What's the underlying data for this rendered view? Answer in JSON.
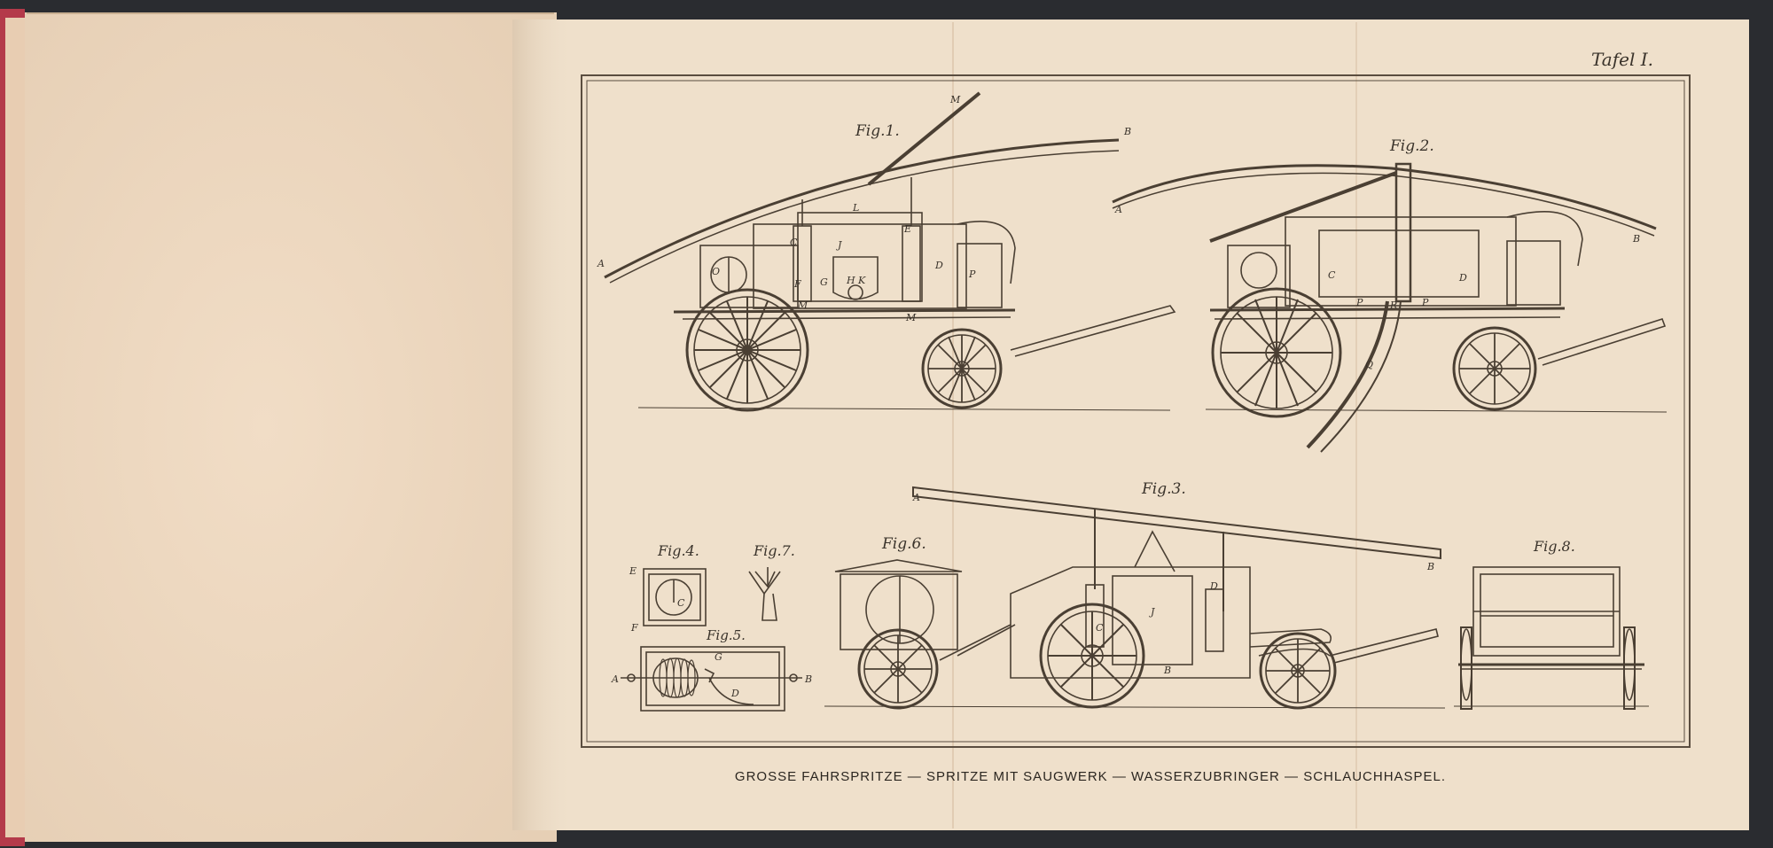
{
  "plate": {
    "number": "Tafel I.",
    "caption_parts": [
      "GROSSE FAHRSPRITZE",
      "SPRITZE MIT SAUGWERK",
      "WASSERZUBRINGER",
      "SCHLAUCHHASPEL."
    ],
    "separator": "—"
  },
  "figures": {
    "fig1": "Fig.1.",
    "fig2": "Fig.2.",
    "fig3": "Fig.3.",
    "fig4": "Fig.4.",
    "fig5": "Fig.5.",
    "fig6": "Fig.6.",
    "fig7": "Fig.7.",
    "fig8": "Fig.8."
  },
  "letters": {
    "fig1": [
      "A",
      "B",
      "M",
      "L",
      "E",
      "C",
      "J",
      "D",
      "P",
      "O",
      "F",
      "G",
      "H",
      "K",
      "M",
      "M"
    ],
    "fig2": [
      "A",
      "B",
      "C",
      "D",
      "P",
      "R",
      "P",
      "Q"
    ],
    "fig3": [
      "A",
      "B",
      "C",
      "J",
      "D",
      "B"
    ],
    "fig4": [
      "E",
      "C",
      "F"
    ],
    "fig5": [
      "A",
      "G",
      "D",
      "B"
    ]
  },
  "colors": {
    "page": "#efe0cb",
    "ink": "#4a3f33",
    "binding": "#a83040"
  }
}
